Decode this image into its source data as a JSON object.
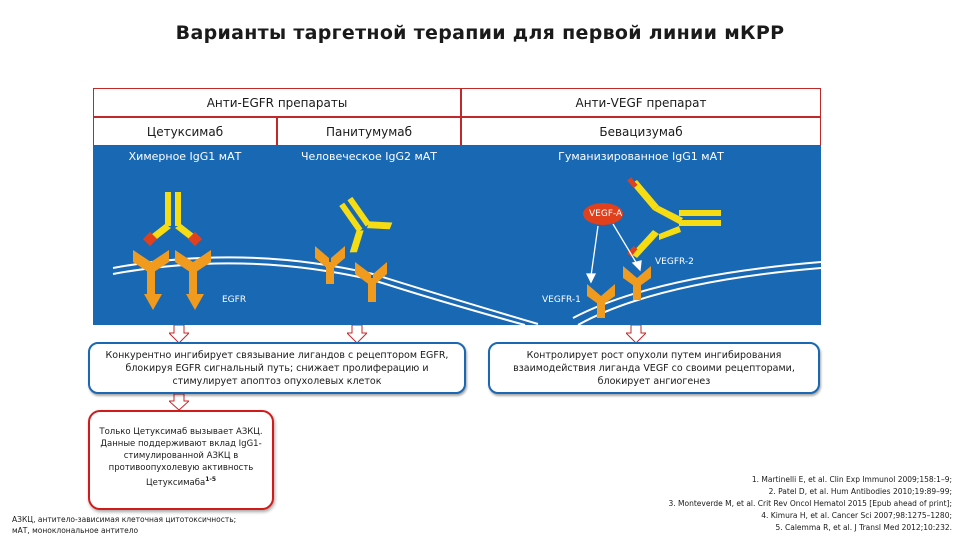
{
  "title": "Варианты таргетной терапии для первой линии мКРР",
  "headers": {
    "anti_egfr": "Анти-EGFR препараты",
    "anti_vegf": "Анти-VEGF препарат"
  },
  "drugs": {
    "cetuximab": "Цетуксимаб",
    "panitumumab": "Панитумумаб",
    "bevacizumab": "Бевацизумаб"
  },
  "types": {
    "cetuximab": "Химерное IgG1 мАТ",
    "panitumumab": "Человеческое IgG2 мАТ",
    "bevacizumab": "Гуманизированное IgG1 мАТ"
  },
  "diagram_labels": {
    "egfr": "EGFR",
    "vegfa": "VEGF-A",
    "vegfr1": "VEGFR-1",
    "vegfr2": "VEGFR-2"
  },
  "mechanism": {
    "egfr_text": "Конкурентно ингибирует связывание лигандов с рецептором EGFR, блокируя EGFR сигнальный путь; снижает пролиферацию и стимулирует апоптоз опухолевых клеток",
    "vegf_text": "Контролирует рост опухоли путем ингибирования взаимодействия лиганда VEGF со своими рецепторами, блокирует ангиогенез"
  },
  "adcc": {
    "text": "Только Цетуксимаб вызывает АЗКЦ. Данные поддерживают вклад IgG1-стимулированной АЗКЦ в противоопухолевую активность Цетуксимаба",
    "sup": "1-5"
  },
  "abbreviations": [
    "АЗКЦ, антитело-зависимая клеточная цитотоксичность;",
    "мАТ, моноклональное антитело"
  ],
  "references": [
    "1. Martinelli E, et al. Clin Exp Immunol 2009;158:1–9;",
    "2. Patel D, et al. Hum Antibodies 2010;19:89–99;",
    "3. Monteverde M, et al. Crit Rev Oncol Hematol 2015 [Epub ahead of print];",
    "4. Kimura H, et al. Cancer Sci 2007;98:1275–1280;",
    "5. Calemma R, et al. J Transl Med 2012;10:232."
  ],
  "colors": {
    "panel_blue": "#1868b4",
    "header_red": "#c0282a",
    "antibody_yellow": "#f6dc13",
    "receptor_orange": "#f09a1e",
    "ligand_red": "#e0401c"
  }
}
